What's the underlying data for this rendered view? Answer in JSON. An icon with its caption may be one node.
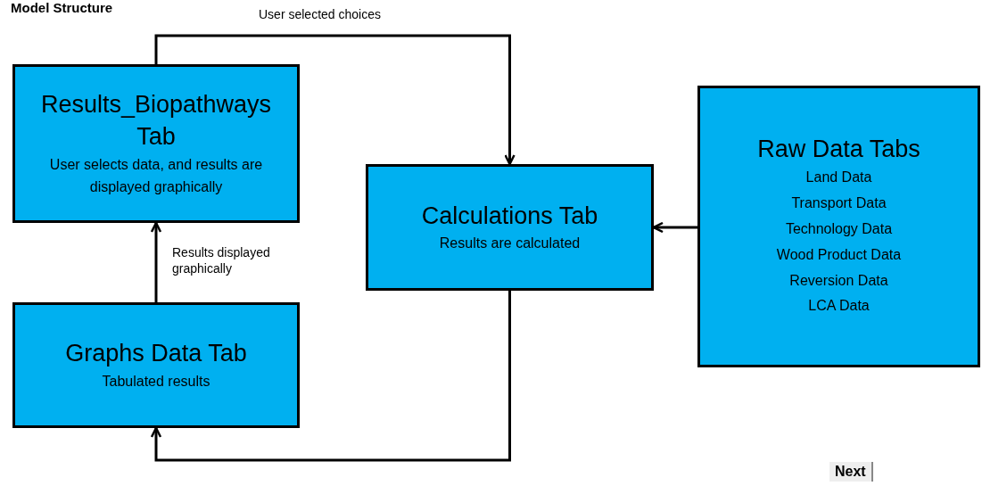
{
  "diagram": {
    "title": "Model Structure",
    "nodes": [
      {
        "text": [
          "Results_Biopathways Tab",
          "User selects data, and results are displayed graphically"
        ]
      },
      {
        "text": [
          "Calculations Tab",
          "Results are calculated"
        ]
      },
      {
        "text": [
          "Graphs Data Tab",
          "Tabulated results"
        ]
      },
      {
        "text": [
          "Raw Data Tabs",
          "Land Data",
          "Transport Data",
          "Technology Data",
          "Wood Product Data",
          "Reversion Data",
          "LCA Data"
        ]
      }
    ],
    "edges": [
      {
        "from": 0,
        "to": 1,
        "arrow": "to",
        "label": "User selected choices"
      },
      {
        "from": 2,
        "to": 0,
        "arrow": "to",
        "label": "Results displayed graphically"
      },
      {
        "from": 1,
        "to": 2,
        "arrow": "to"
      },
      {
        "from": 3,
        "to": 1,
        "arrow": "to"
      }
    ],
    "labels": [
      "Next"
    ]
  }
}
